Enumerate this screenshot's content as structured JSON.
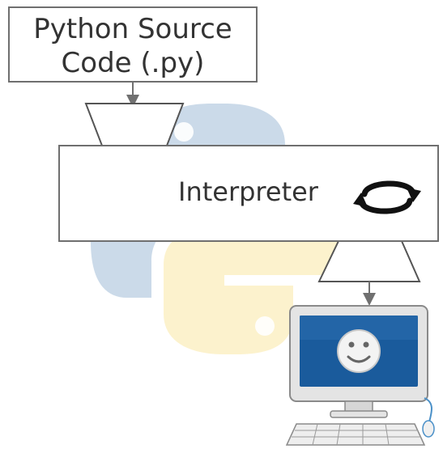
{
  "source": {
    "line1": "Python Source",
    "line2": "Code (.py)"
  },
  "interpreter": {
    "label": "Interpreter"
  },
  "icons": {
    "cycle": "cycle-arrows-icon",
    "logo": "python-logo",
    "computer": "computer-icon"
  },
  "colors": {
    "python_blue": "#b9cde2",
    "python_yellow": "#fbf0c4",
    "screen_blue": "#1a5b9c",
    "smiley": "#f3f3f3"
  }
}
